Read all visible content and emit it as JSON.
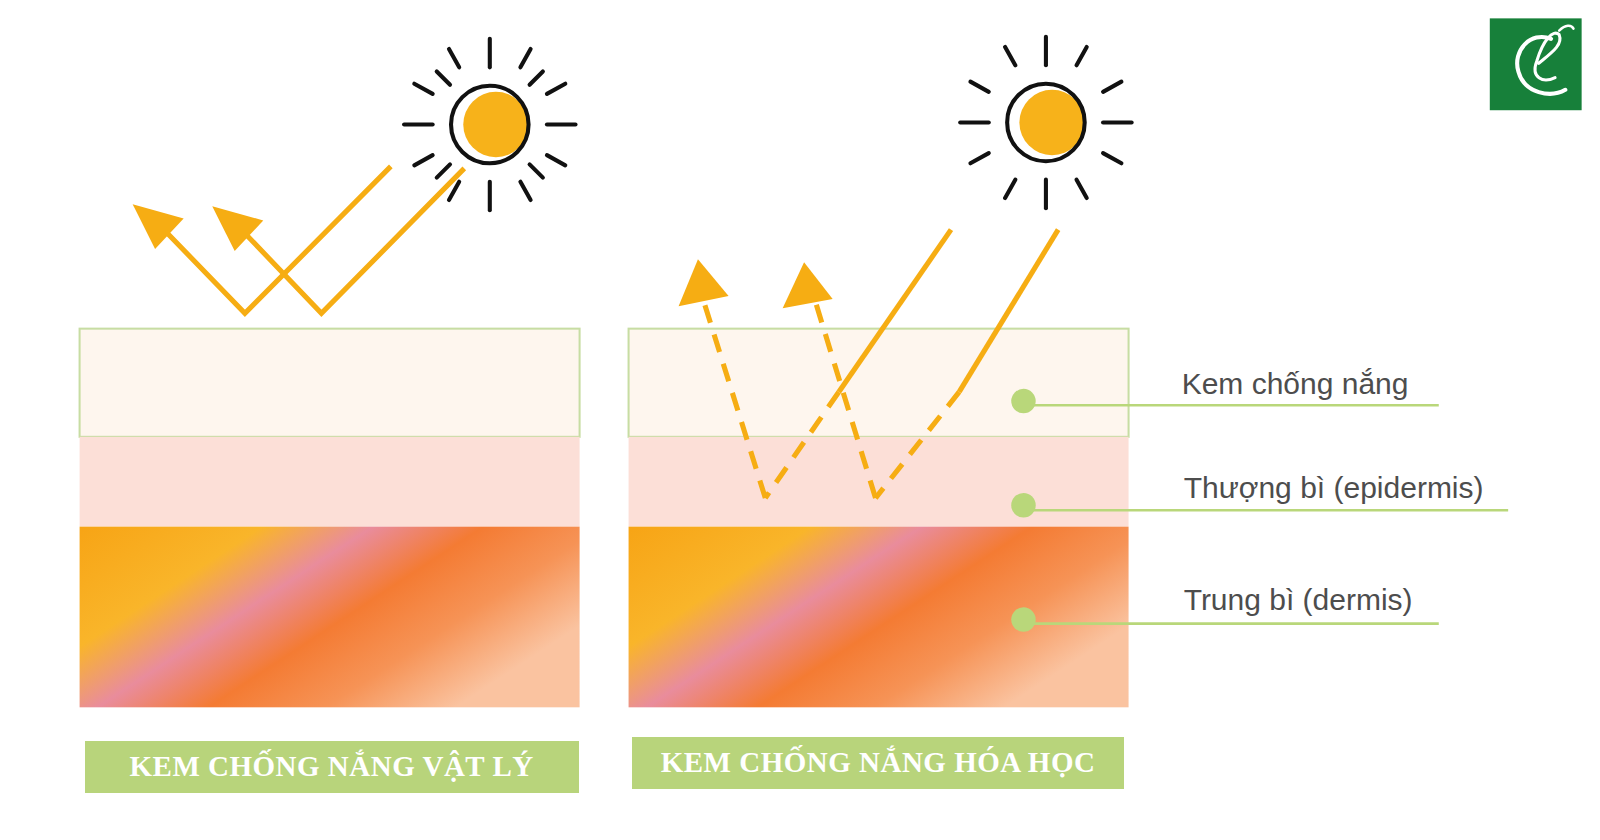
{
  "diagram": {
    "nodes": [
      {
        "text": [
          "KEM CHỐNG NẮNG VẬT LÝ"
        ]
      },
      {
        "text": [
          "KEM CHỐNG NẮNG HÓA HỌC"
        ]
      }
    ],
    "labels": [
      "Kem chống nắng",
      "Thượng bì (epidermis)",
      "Trung bì (dermis)"
    ]
  }
}
